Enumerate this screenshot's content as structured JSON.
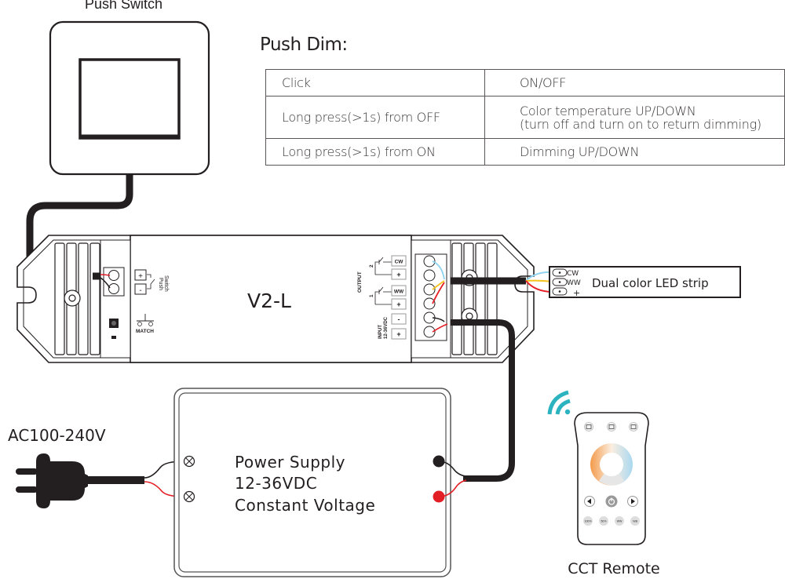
{
  "push_switch": {
    "label": "Push Switch"
  },
  "push_dim": {
    "title": "Push Dim:",
    "rows": [
      {
        "action": "Click",
        "result": "ON/OFF",
        "note": ""
      },
      {
        "action": "Long press(>1s) from OFF",
        "result": "Color temperature UP/DOWN",
        "note": "(turn off and turn on to return dimming)"
      },
      {
        "action": "Long press(>1s) from ON",
        "result": "Dimming UP/DOWN",
        "note": ""
      }
    ]
  },
  "controller": {
    "model": "V2-L",
    "switch_terminal": {
      "plus": "+",
      "minus": "-",
      "label_line1": "Switch",
      "label_line2": "Push"
    },
    "match_label": "MATCH",
    "output_label": "OUTPUT",
    "output_channels": [
      {
        "number": "2",
        "pins": [
          "CW",
          "+"
        ]
      },
      {
        "number": "1",
        "pins": [
          "WW",
          "+"
        ]
      }
    ],
    "input_label_line1": "INPUT",
    "input_label_line2": "12-36VDC",
    "input_pins": [
      "-",
      "+"
    ]
  },
  "led_strip": {
    "label": "Dual color LED strip",
    "pins": [
      "CW",
      "WW",
      "+"
    ]
  },
  "ac_input": {
    "label": "AC100-240V"
  },
  "power_supply": {
    "line1": "Power Supply",
    "line2": "12-36VDC",
    "line3": "Constant Voltage"
  },
  "remote": {
    "label": "CCT Remote",
    "bottom_buttons": [
      "100%",
      "50%",
      "WW",
      "N/B"
    ]
  },
  "colors": {
    "wire_black": "#231f20",
    "wire_red": "#e31e24",
    "wire_blue": "#8fd3ef",
    "wire_yellow": "#f6c21c",
    "wifi_teal": "#2bb3c0",
    "warm_orange": "#f39a4a",
    "cool_blue": "#a9d8f0"
  }
}
